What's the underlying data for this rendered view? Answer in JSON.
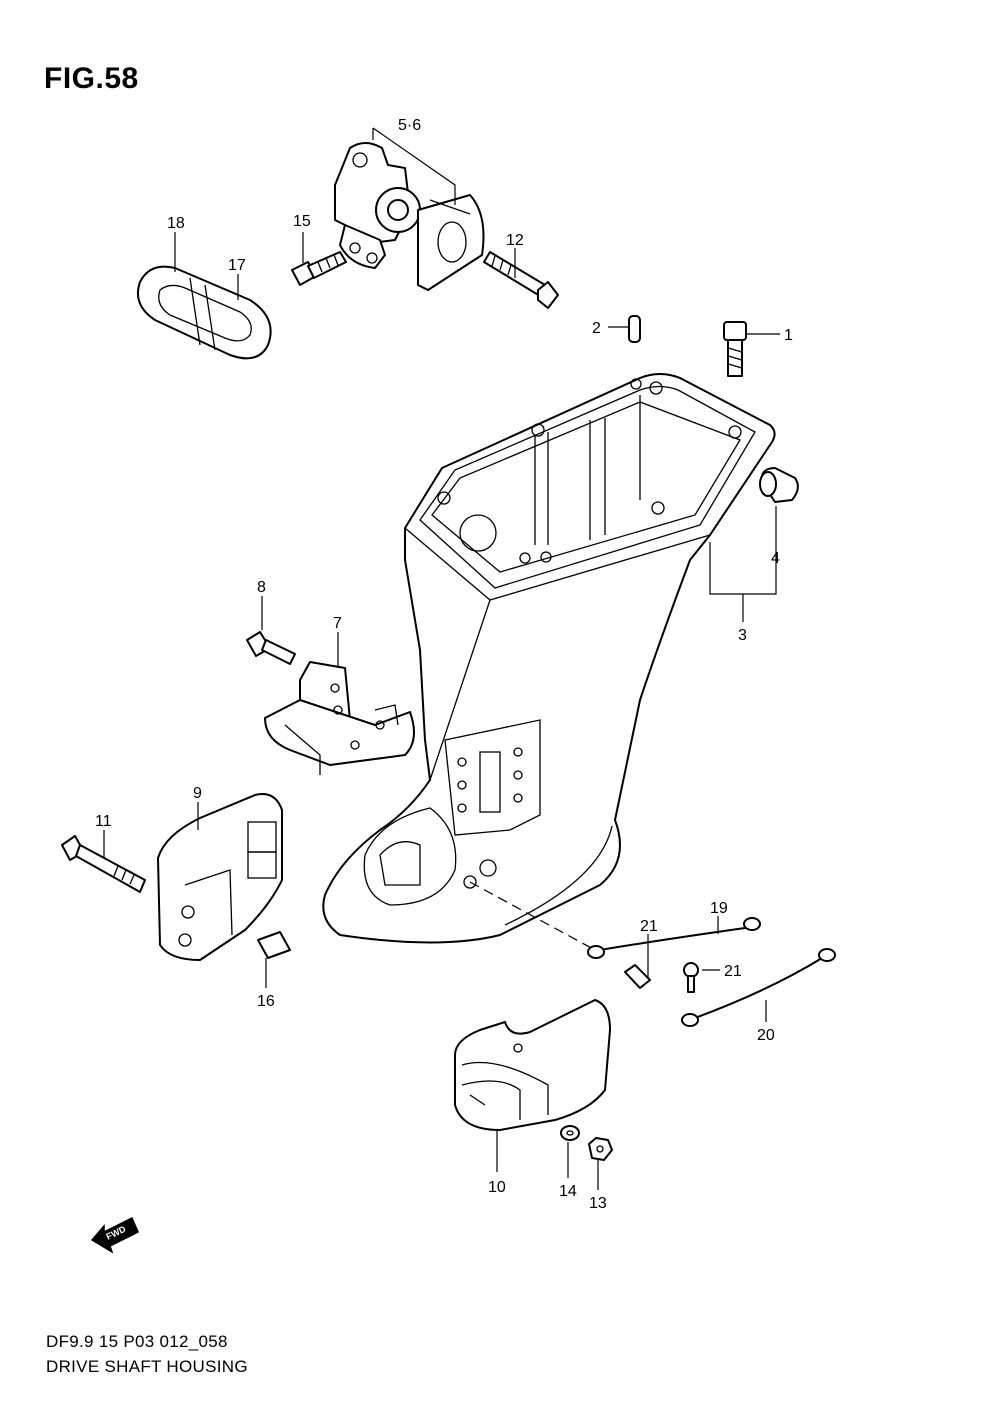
{
  "figure": {
    "title": "FIG.58"
  },
  "footer": {
    "code": "DF9.9 15 P03 012_058",
    "caption": "DRIVE SHAFT HOUSING"
  },
  "fwd_label": "FWD",
  "callouts": {
    "c1": "1",
    "c2": "2",
    "c3": "3",
    "c4": "4",
    "c5_6": "5·6",
    "c7": "7",
    "c8": "8",
    "c9": "9",
    "c10": "10",
    "c11": "11",
    "c12": "12",
    "c13": "13",
    "c14": "14",
    "c15": "15",
    "c16": "16",
    "c17": "17",
    "c18": "18",
    "c19": "19",
    "c20": "20",
    "c21a": "21",
    "c21b": "21"
  }
}
